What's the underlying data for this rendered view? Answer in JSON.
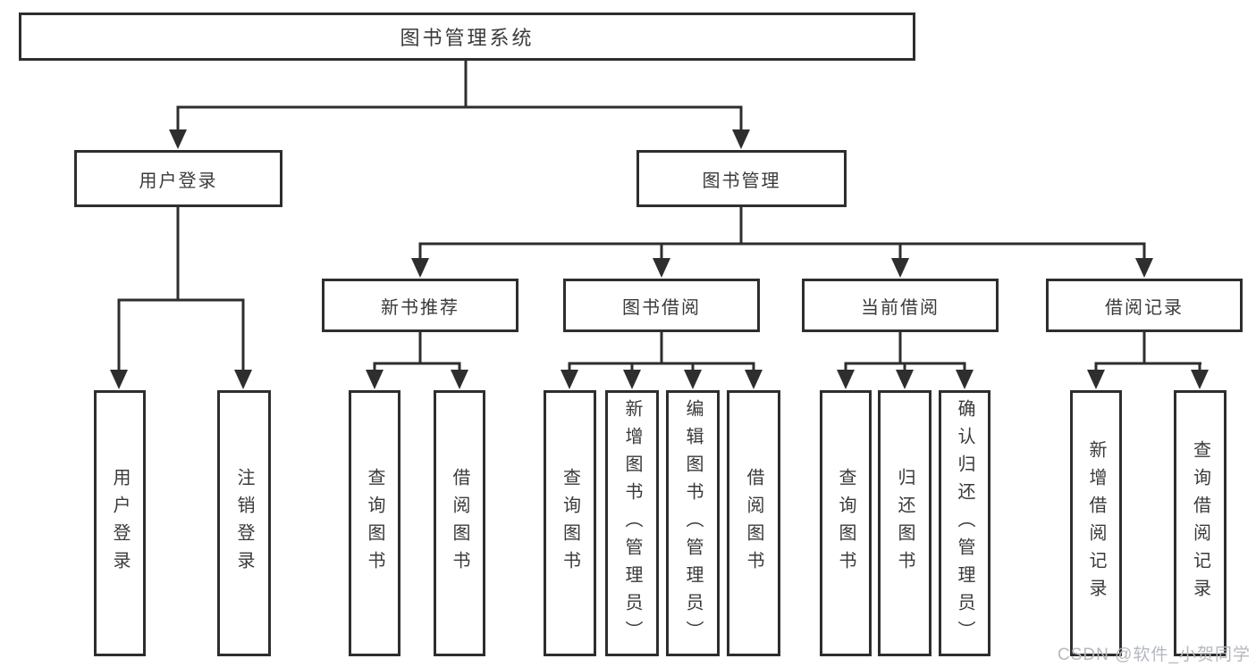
{
  "diagram": {
    "title": "图书管理系统",
    "root": {
      "label": "图书管理系统"
    },
    "login_branch": {
      "label": "用户登录",
      "children": [
        {
          "label": "用户登录"
        },
        {
          "label": "注销登录"
        }
      ]
    },
    "manage_branch": {
      "label": "图书管理",
      "groups": [
        {
          "label": "新书推荐",
          "children": [
            {
              "label": "查询图书"
            },
            {
              "label": "借阅图书"
            }
          ]
        },
        {
          "label": "图书借阅",
          "children": [
            {
              "label": "查询图书"
            },
            {
              "label": "新增图书（管理员）"
            },
            {
              "label": "编辑图书（管理员）"
            },
            {
              "label": "借阅图书"
            }
          ]
        },
        {
          "label": "当前借阅",
          "children": [
            {
              "label": "查询图书"
            },
            {
              "label": "归还图书"
            },
            {
              "label": "确认归还（管理员）"
            }
          ]
        },
        {
          "label": "借阅记录",
          "children": [
            {
              "label": "新增借阅记录"
            },
            {
              "label": "查询借阅记录"
            }
          ]
        }
      ]
    },
    "colors": {
      "line": "#2e2e2e",
      "text": "#3a3a3a",
      "watermark": "#b4b8be",
      "background": "#ffffff"
    }
  },
  "watermark": {
    "text": "CSDN @软件_小贺同学"
  }
}
